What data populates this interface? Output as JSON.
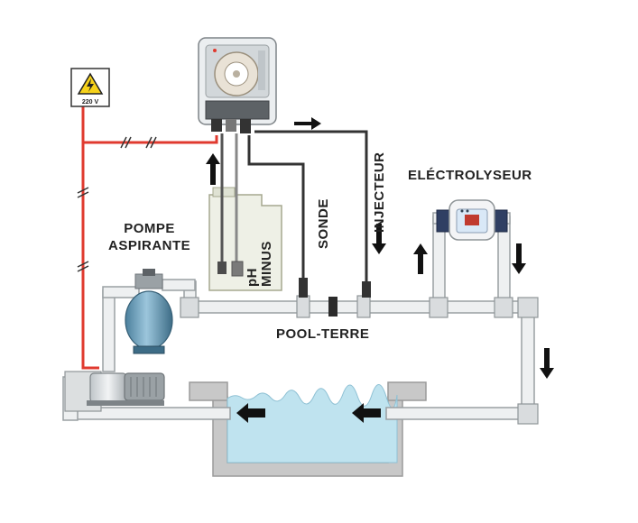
{
  "labels": {
    "warning_voltage": "220 V",
    "pompe_aspirante": [
      "POMPE",
      "ASPIRANTE"
    ],
    "ph_minus": [
      "pH",
      "MINUS"
    ],
    "sonde": "SONDE",
    "injecteur": "INJECTEUR",
    "electrolyseur": "ELÉCTROLYSEUR",
    "pool_terre": "POOL-TERRE"
  },
  "colors": {
    "pipe": "#eef0f1",
    "pipe_outline": "#9aa0a3",
    "cable": "#333333",
    "power_line": "#e03a2f",
    "water": "#bfe3ef",
    "pool_wall": "#c8c8c8",
    "warning_yellow": "#f6d21b",
    "arrow": "#111111"
  },
  "icons": [
    "high-voltage-warning-icon",
    "flow-arrow-icon"
  ]
}
